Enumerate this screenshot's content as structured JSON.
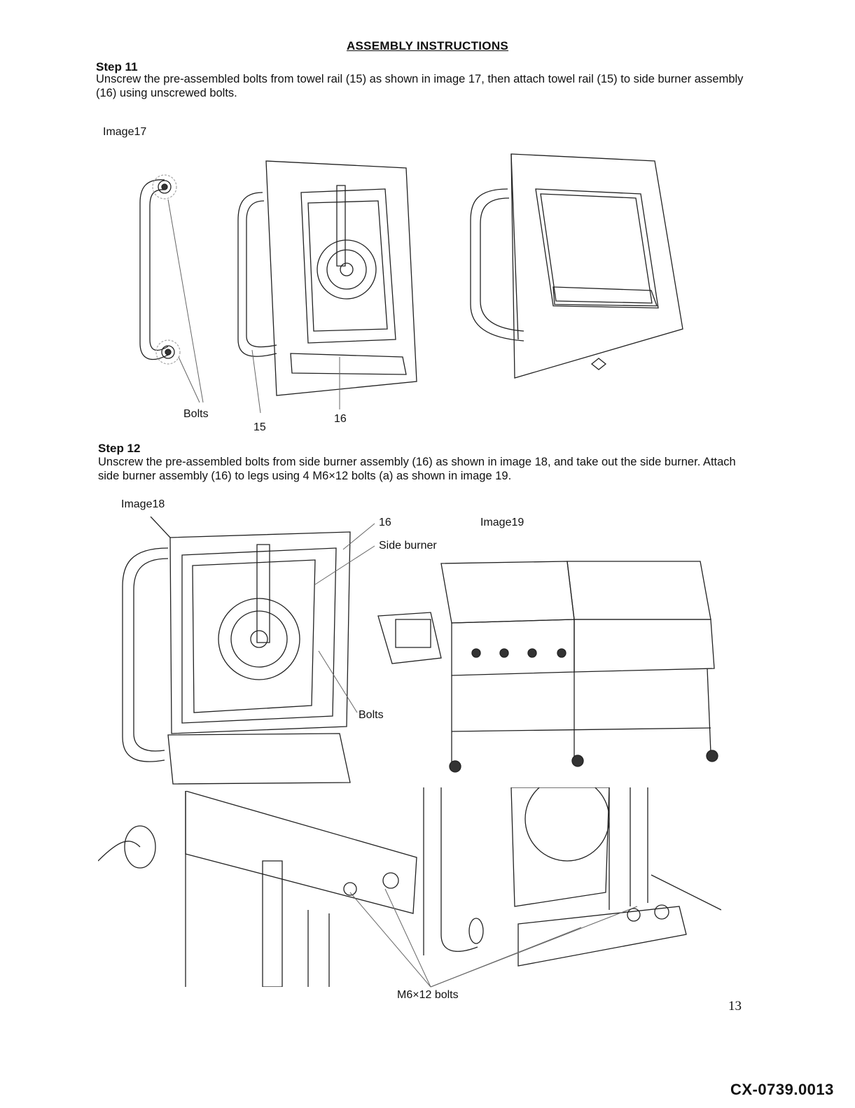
{
  "title": "ASSEMBLY INSTRUCTIONS",
  "step11": {
    "heading": "Step 11",
    "text": "Unscrew the pre-assembled bolts from towel rail (15) as shown in image 17, then attach towel rail (15) to side burner assembly (16) using unscrewed bolts.",
    "image_label": "Image17",
    "callouts": {
      "bolts": "Bolts",
      "part15": "15",
      "part16": "16"
    }
  },
  "step12": {
    "heading": "Step 12",
    "text": "Unscrew the pre-assembled bolts from side burner assembly (16) as shown in image 18, and take out the side burner. Attach side burner assembly (16) to legs using 4 M6×12 bolts (a) as shown in image 19.",
    "image18_label": "Image18",
    "image19_label": "Image19",
    "callouts": {
      "part16": "16",
      "side_burner": "Side burner",
      "bolts": "Bolts",
      "m6_bolts": "M6×12 bolts"
    }
  },
  "page_number": "13",
  "doc_id": "CX-0739.0013"
}
